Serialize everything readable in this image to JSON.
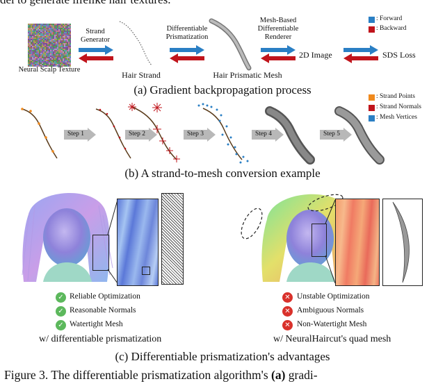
{
  "header_cut": "del to generate lifelike hair textures.",
  "panel_a": {
    "texture_label": "Neural Scalp Texture",
    "strand_generator": "Strand Generator",
    "diff_prism": "Differentiable Prismatization",
    "mesh_renderer": "Mesh-Based Differentiable Renderer",
    "image_2d": "2D Image",
    "sds_loss": "SDS Loss",
    "hair_strand": "Hair Strand",
    "hair_mesh": "Hair Prismatic Mesh",
    "legend_forward": ": Forward",
    "legend_backward": ": Backward",
    "caption": "(a) Gradient backpropagation process"
  },
  "panel_b": {
    "steps": [
      "Step 1",
      "Step 2",
      "Step 3",
      "Step 4",
      "Step 5"
    ],
    "legend_points": ": Strand Points",
    "legend_normals": ": Strand Normals",
    "legend_vertices": ": Mesh Vertices",
    "caption": "(b) A strand-to-mesh conversion example"
  },
  "panel_c": {
    "left_items": [
      "Reliable Optimization",
      "Reasonable Normals",
      "Watertight Mesh"
    ],
    "left_caption": "w/ differentiable prismatization",
    "right_items": [
      "Unstable Optimization",
      "Ambiguous Normals",
      "Non-Watertight Mesh"
    ],
    "right_caption": "w/ NeuralHaircut's quad mesh",
    "caption": "(c) Differentiable prismatization's advantages"
  },
  "figure_caption": {
    "prefix": "Figure 3.  The differentiable prismatization algorithm's ",
    "bold": "(a)",
    "suffix": " gradi-"
  },
  "colors": {
    "forward": "#2a7fc4",
    "backward": "#c0141b",
    "strand_points": "#f08a1e",
    "strand_normals": "#c0141b",
    "mesh_vertices": "#2a7fc4",
    "check_green": "#5cb85c",
    "cross_red": "#d9312b"
  }
}
